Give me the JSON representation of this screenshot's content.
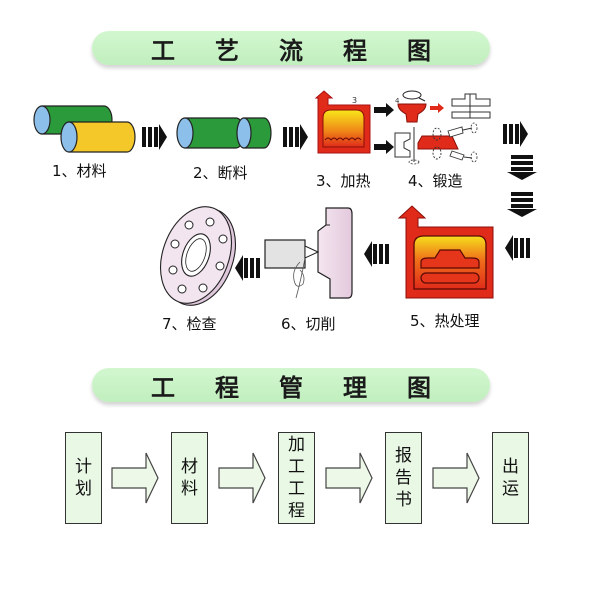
{
  "process_flow": {
    "title_chars": [
      "工",
      "艺",
      "流",
      "程",
      "图"
    ],
    "steps": [
      {
        "label": "1、材料"
      },
      {
        "label": "2、断料"
      },
      {
        "label": "3、加热"
      },
      {
        "label": "4、锻造"
      },
      {
        "label": "5、热处理"
      },
      {
        "label": "6、切削"
      },
      {
        "label": "7、检查"
      }
    ],
    "furnace_number": "3",
    "forging_number": "4"
  },
  "management_flow": {
    "title_chars": [
      "工",
      "程",
      "管",
      "理",
      "图"
    ],
    "steps": [
      {
        "chars": [
          "计",
          "划"
        ]
      },
      {
        "chars": [
          "材",
          "料"
        ]
      },
      {
        "chars": [
          "加",
          "工",
          "工",
          "程"
        ]
      },
      {
        "chars": [
          "报",
          "告",
          "书"
        ]
      },
      {
        "chars": [
          "出",
          "运"
        ]
      }
    ]
  },
  "colors": {
    "banner": "#c8f3c5",
    "pipe_green": "#2a9a3a",
    "pipe_yellow": "#f5c82a",
    "pipe_end": "#8cc0ea",
    "furnace_red": "#e02b1a",
    "box_fill": "#e9f8e5"
  }
}
